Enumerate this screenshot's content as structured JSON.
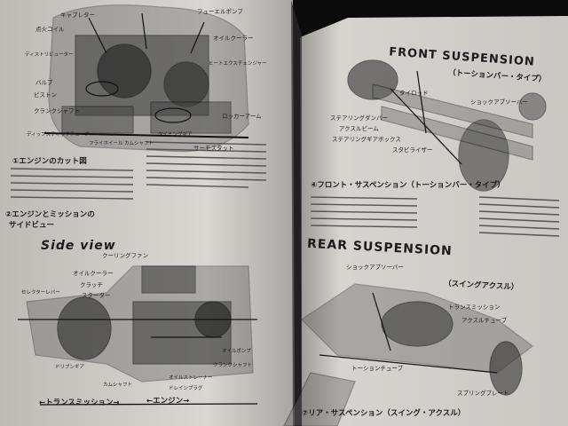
{
  "left_page": {
    "engine_labels": [
      {
        "key": "carb",
        "text": "キャブレター"
      },
      {
        "key": "dist",
        "text": "点火コイル"
      },
      {
        "key": "dist2",
        "text": "ディストリビューター"
      },
      {
        "key": "valve",
        "text": "バルブ"
      },
      {
        "key": "piston",
        "text": "ピストン"
      },
      {
        "key": "crank",
        "text": "クランクシャフト"
      },
      {
        "key": "dip",
        "text": "ディップスティックチューブ"
      },
      {
        "key": "flywheel",
        "text": "フライホイール"
      },
      {
        "key": "fuelpump",
        "text": "フューエルポンプ"
      },
      {
        "key": "oilcooler",
        "text": "オイルクーラー"
      },
      {
        "key": "heat",
        "text": "ヒートエクスチェンジャー"
      },
      {
        "key": "rocker",
        "text": "ロッカーアーム"
      },
      {
        "key": "thermo",
        "text": "サーモスタット"
      },
      {
        "key": "camshaft",
        "text": "カムシャフト"
      },
      {
        "key": "timing",
        "text": "タイミングギア"
      }
    ],
    "engine_caption": "①エンジンのカット図",
    "side_caption_line1": "②エンジンとミッションの",
    "side_caption_line2": "サイドビュー",
    "side_view_title": "Side view",
    "side_labels": [
      {
        "key": "coolingfan",
        "text": "クーリングファン"
      },
      {
        "key": "oilcooler2",
        "text": "オイルクーラー"
      },
      {
        "key": "clutch",
        "text": "クラッチ"
      },
      {
        "key": "starter",
        "text": "スターター"
      },
      {
        "key": "selector",
        "text": "セレクターレバー"
      },
      {
        "key": "distgear",
        "text": "ドリブンギア"
      },
      {
        "key": "cam2",
        "text": "カムシャフト"
      },
      {
        "key": "oilstrainer",
        "text": "オイルストレーナー"
      },
      {
        "key": "drainplug",
        "text": "ドレインプラグ"
      },
      {
        "key": "crank2",
        "text": "クランクシャフト"
      },
      {
        "key": "oilpump",
        "text": "オイルポンプ"
      }
    ],
    "trans_label": "←トランスミッション→",
    "engine_label": "←エンジン→"
  },
  "right_page": {
    "front_title": "FRONT SUSPENSION",
    "front_sub": "（トーションバー・タイプ）",
    "front_labels": [
      {
        "key": "tierod",
        "text": "タイロッド"
      },
      {
        "key": "shock",
        "text": "ショックアブソーバー"
      },
      {
        "key": "damper",
        "text": "ステアリングダンパー"
      },
      {
        "key": "axlebeam",
        "text": "アクスルビーム"
      },
      {
        "key": "gearbox",
        "text": "ステアリングギアボックス"
      },
      {
        "key": "stab",
        "text": "スタビライザー"
      }
    ],
    "front_caption": "④フロント・サスペンション（トーションバー・タイプ）",
    "rear_title": "REAR SUSPENSION",
    "rear_sub": "（スイングアクスル）",
    "rear_labels": [
      {
        "key": "shock_r",
        "text": "ショックアブソーバー"
      },
      {
        "key": "trans_r",
        "text": "トランスミッション"
      },
      {
        "key": "axletube",
        "text": "アクスルチューブ"
      },
      {
        "key": "torsiontube",
        "text": "トーションチューブ"
      },
      {
        "key": "springplate",
        "text": "スプリングプレート"
      }
    ],
    "rear_caption": "⑦リア・サスペンション（スイング・アクスル）"
  }
}
